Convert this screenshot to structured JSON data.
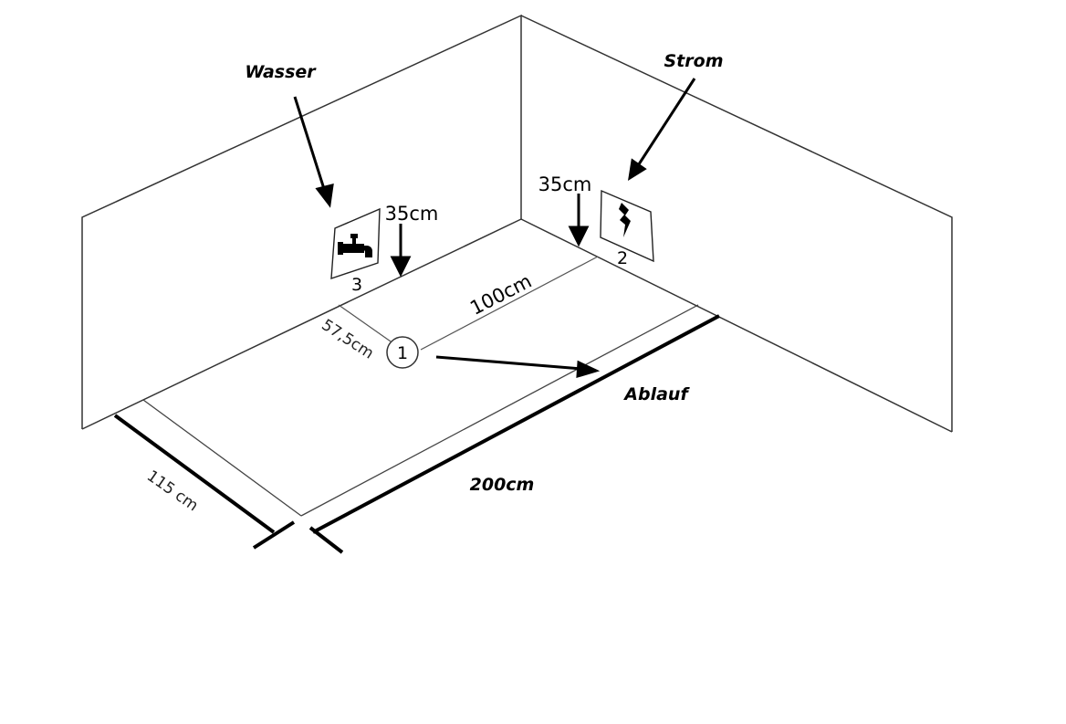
{
  "labels": {
    "wasser": "Wasser",
    "strom": "Strom",
    "ablauf": "Ablauf",
    "height_water": "35cm",
    "height_power": "35cm",
    "dist_100": "100cm",
    "dist_575": "57,5cm",
    "width_115": "115 cm",
    "length_200": "200cm"
  },
  "markers": {
    "drain": "1",
    "power": "2",
    "water": "3"
  },
  "icons": {
    "water": "faucet-icon",
    "power": "lightning-icon"
  }
}
